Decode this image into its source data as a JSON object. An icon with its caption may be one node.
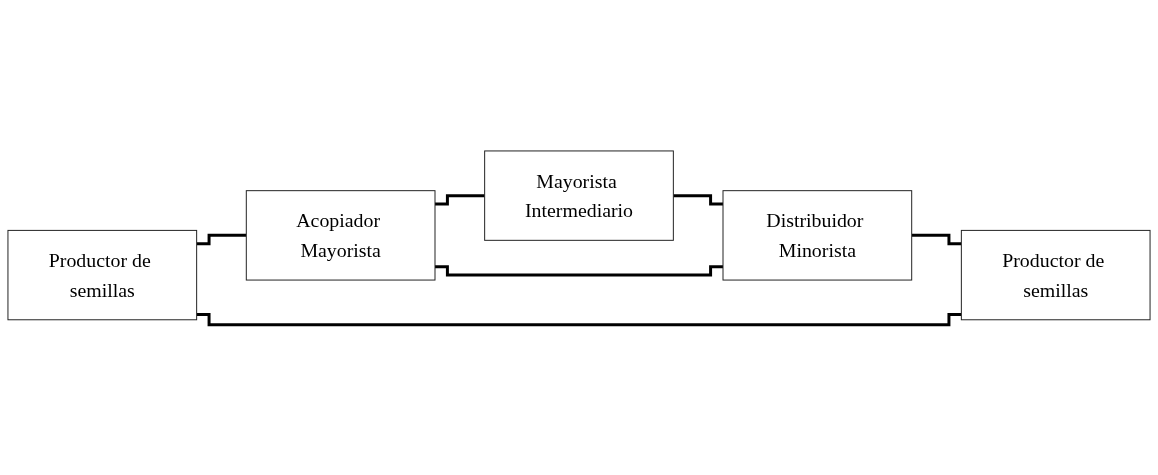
{
  "diagram": {
    "nodes": [
      {
        "text": [
          "Productor de semillas"
        ]
      },
      {
        "text": [
          "Productor de semillas"
        ]
      },
      {
        "text": [
          "Acopiador Mayorista"
        ]
      },
      {
        "text": [
          "Mayorista Intermediario"
        ]
      },
      {
        "text": [
          "Distribuidor Minorista"
        ]
      }
    ],
    "edges": [
      {
        "from": 0,
        "to": 2,
        "arrow": "none"
      },
      {
        "from": 2,
        "to": 3,
        "arrow": "none"
      },
      {
        "from": 3,
        "to": 4,
        "arrow": "none"
      },
      {
        "from": 4,
        "to": 1,
        "arrow": "none"
      },
      {
        "from": 2,
        "to": 4,
        "arrow": "none"
      },
      {
        "from": 0,
        "to": 1,
        "arrow": "none"
      }
    ]
  }
}
